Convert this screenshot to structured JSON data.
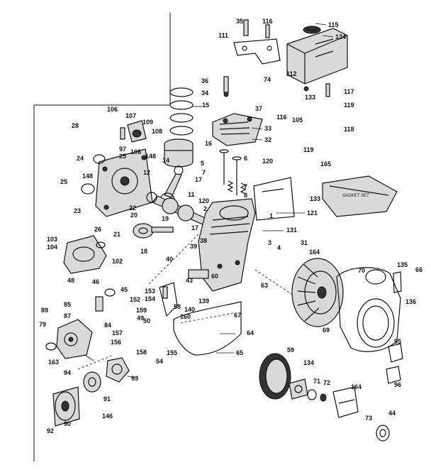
{
  "kit_text": "GASKET SET",
  "callouts": [
    {
      "id": "c35",
      "text": "35"
    },
    {
      "id": "c116a",
      "text": "116"
    },
    {
      "id": "c115",
      "text": "115"
    },
    {
      "id": "c134a",
      "text": "134"
    },
    {
      "id": "c111",
      "text": "111"
    },
    {
      "id": "c74",
      "text": "74"
    },
    {
      "id": "c112",
      "text": "112"
    },
    {
      "id": "c36",
      "text": "36"
    },
    {
      "id": "c34",
      "text": "34"
    },
    {
      "id": "c133a",
      "text": "133"
    },
    {
      "id": "c117",
      "text": "117"
    },
    {
      "id": "c15",
      "text": "15"
    },
    {
      "id": "c37",
      "text": "37"
    },
    {
      "id": "c116b",
      "text": "116"
    },
    {
      "id": "c119a",
      "text": "119"
    },
    {
      "id": "c105",
      "text": "105"
    },
    {
      "id": "c118",
      "text": "118"
    },
    {
      "id": "c106",
      "text": "106"
    },
    {
      "id": "c107",
      "text": "107"
    },
    {
      "id": "c109",
      "text": "109"
    },
    {
      "id": "c28",
      "text": "28"
    },
    {
      "id": "c33",
      "text": "33"
    },
    {
      "id": "c108",
      "text": "108"
    },
    {
      "id": "c32",
      "text": "32"
    },
    {
      "id": "c119b",
      "text": "119"
    },
    {
      "id": "c97",
      "text": "97"
    },
    {
      "id": "c148a",
      "text": "148"
    },
    {
      "id": "c16",
      "text": "16"
    },
    {
      "id": "c25a",
      "text": "25"
    },
    {
      "id": "c106b",
      "text": "106"
    },
    {
      "id": "c14",
      "text": "14"
    },
    {
      "id": "c24",
      "text": "24"
    },
    {
      "id": "c5",
      "text": "5"
    },
    {
      "id": "c6",
      "text": "6"
    },
    {
      "id": "c120a",
      "text": "120"
    },
    {
      "id": "c165",
      "text": "165"
    },
    {
      "id": "c12",
      "text": "12"
    },
    {
      "id": "c148b",
      "text": "148"
    },
    {
      "id": "c7a",
      "text": "7"
    },
    {
      "id": "c17a",
      "text": "17"
    },
    {
      "id": "c25b",
      "text": "25"
    },
    {
      "id": "c7b",
      "text": "7"
    },
    {
      "id": "c133b",
      "text": "133"
    },
    {
      "id": "c11",
      "text": "11"
    },
    {
      "id": "c120b",
      "text": "120"
    },
    {
      "id": "c8",
      "text": "8"
    },
    {
      "id": "c23",
      "text": "23"
    },
    {
      "id": "c22",
      "text": "22"
    },
    {
      "id": "c20",
      "text": "20"
    },
    {
      "id": "c2",
      "text": "2"
    },
    {
      "id": "c1",
      "text": "1"
    },
    {
      "id": "c121",
      "text": "121"
    },
    {
      "id": "c26",
      "text": "26"
    },
    {
      "id": "c19",
      "text": "19"
    },
    {
      "id": "c17b",
      "text": "17"
    },
    {
      "id": "c131",
      "text": "131"
    },
    {
      "id": "c21",
      "text": "21"
    },
    {
      "id": "c103",
      "text": "103"
    },
    {
      "id": "c104",
      "text": "104"
    },
    {
      "id": "c18",
      "text": "18"
    },
    {
      "id": "c39",
      "text": "39"
    },
    {
      "id": "c38",
      "text": "38"
    },
    {
      "id": "c3",
      "text": "3"
    },
    {
      "id": "c4",
      "text": "4"
    },
    {
      "id": "c31",
      "text": "31"
    },
    {
      "id": "c164a",
      "text": "164"
    },
    {
      "id": "c102",
      "text": "102"
    },
    {
      "id": "c40",
      "text": "40"
    },
    {
      "id": "c70",
      "text": "70"
    },
    {
      "id": "c135",
      "text": "135"
    },
    {
      "id": "c66",
      "text": "66"
    },
    {
      "id": "c48",
      "text": "48"
    },
    {
      "id": "c46",
      "text": "46"
    },
    {
      "id": "c43",
      "text": "43"
    },
    {
      "id": "c60",
      "text": "60"
    },
    {
      "id": "c63",
      "text": "63"
    },
    {
      "id": "c45",
      "text": "45"
    },
    {
      "id": "c153",
      "text": "153"
    },
    {
      "id": "c154",
      "text": "154"
    },
    {
      "id": "c139",
      "text": "139"
    },
    {
      "id": "c136",
      "text": "136"
    },
    {
      "id": "c85",
      "text": "85"
    },
    {
      "id": "c152",
      "text": "152"
    },
    {
      "id": "c58",
      "text": "58"
    },
    {
      "id": "c140",
      "text": "140"
    },
    {
      "id": "c89",
      "text": "89"
    },
    {
      "id": "c87",
      "text": "87"
    },
    {
      "id": "c159",
      "text": "159"
    },
    {
      "id": "c67",
      "text": "67"
    },
    {
      "id": "c50",
      "text": "50"
    },
    {
      "id": "c49",
      "text": "49"
    },
    {
      "id": "c160",
      "text": "160"
    },
    {
      "id": "c79",
      "text": "79"
    },
    {
      "id": "c84",
      "text": "84"
    },
    {
      "id": "c157",
      "text": "157"
    },
    {
      "id": "c64",
      "text": "64"
    },
    {
      "id": "c69",
      "text": "69"
    },
    {
      "id": "c95",
      "text": "95"
    },
    {
      "id": "c156",
      "text": "156"
    },
    {
      "id": "c158",
      "text": "158"
    },
    {
      "id": "c155",
      "text": "155"
    },
    {
      "id": "c163",
      "text": "163"
    },
    {
      "id": "c65",
      "text": "65"
    },
    {
      "id": "c59",
      "text": "59"
    },
    {
      "id": "c54",
      "text": "54"
    },
    {
      "id": "c94",
      "text": "94"
    },
    {
      "id": "c93",
      "text": "93"
    },
    {
      "id": "c134b",
      "text": "134"
    },
    {
      "id": "c71",
      "text": "71"
    },
    {
      "id": "c72",
      "text": "72"
    },
    {
      "id": "c96",
      "text": "96"
    },
    {
      "id": "c164b",
      "text": "164"
    },
    {
      "id": "c91",
      "text": "91"
    },
    {
      "id": "c146",
      "text": "146"
    },
    {
      "id": "c73",
      "text": "73"
    },
    {
      "id": "c44",
      "text": "44"
    },
    {
      "id": "c90",
      "text": "90"
    },
    {
      "id": "c92",
      "text": "92"
    }
  ]
}
